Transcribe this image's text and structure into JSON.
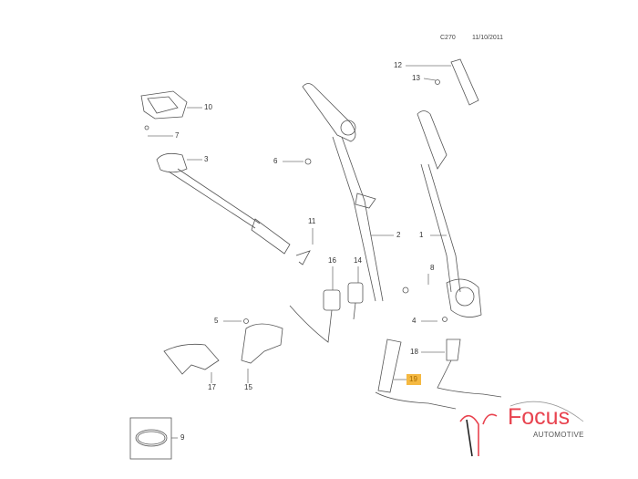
{
  "header": {
    "code": "C270",
    "date": "11/10/2011"
  },
  "callouts": [
    {
      "id": "10",
      "text": "10"
    },
    {
      "id": "7",
      "text": "7"
    },
    {
      "id": "3",
      "text": "3"
    },
    {
      "id": "6",
      "text": "6"
    },
    {
      "id": "12",
      "text": "12"
    },
    {
      "id": "13",
      "text": "13"
    },
    {
      "id": "2",
      "text": "2"
    },
    {
      "id": "1",
      "text": "1"
    },
    {
      "id": "11",
      "text": "11"
    },
    {
      "id": "16",
      "text": "16"
    },
    {
      "id": "14",
      "text": "14"
    },
    {
      "id": "8",
      "text": "8"
    },
    {
      "id": "5",
      "text": "5"
    },
    {
      "id": "4",
      "text": "4"
    },
    {
      "id": "17",
      "text": "17"
    },
    {
      "id": "15",
      "text": "15"
    },
    {
      "id": "18",
      "text": "18"
    },
    {
      "id": "19",
      "text": "19"
    },
    {
      "id": "9",
      "text": "9"
    }
  ],
  "highlight": {
    "part": "19",
    "color": "#f5b942"
  },
  "logo": {
    "name": "Focus",
    "tagline": "AUTOMOTIVE",
    "color": "#e8434f"
  }
}
